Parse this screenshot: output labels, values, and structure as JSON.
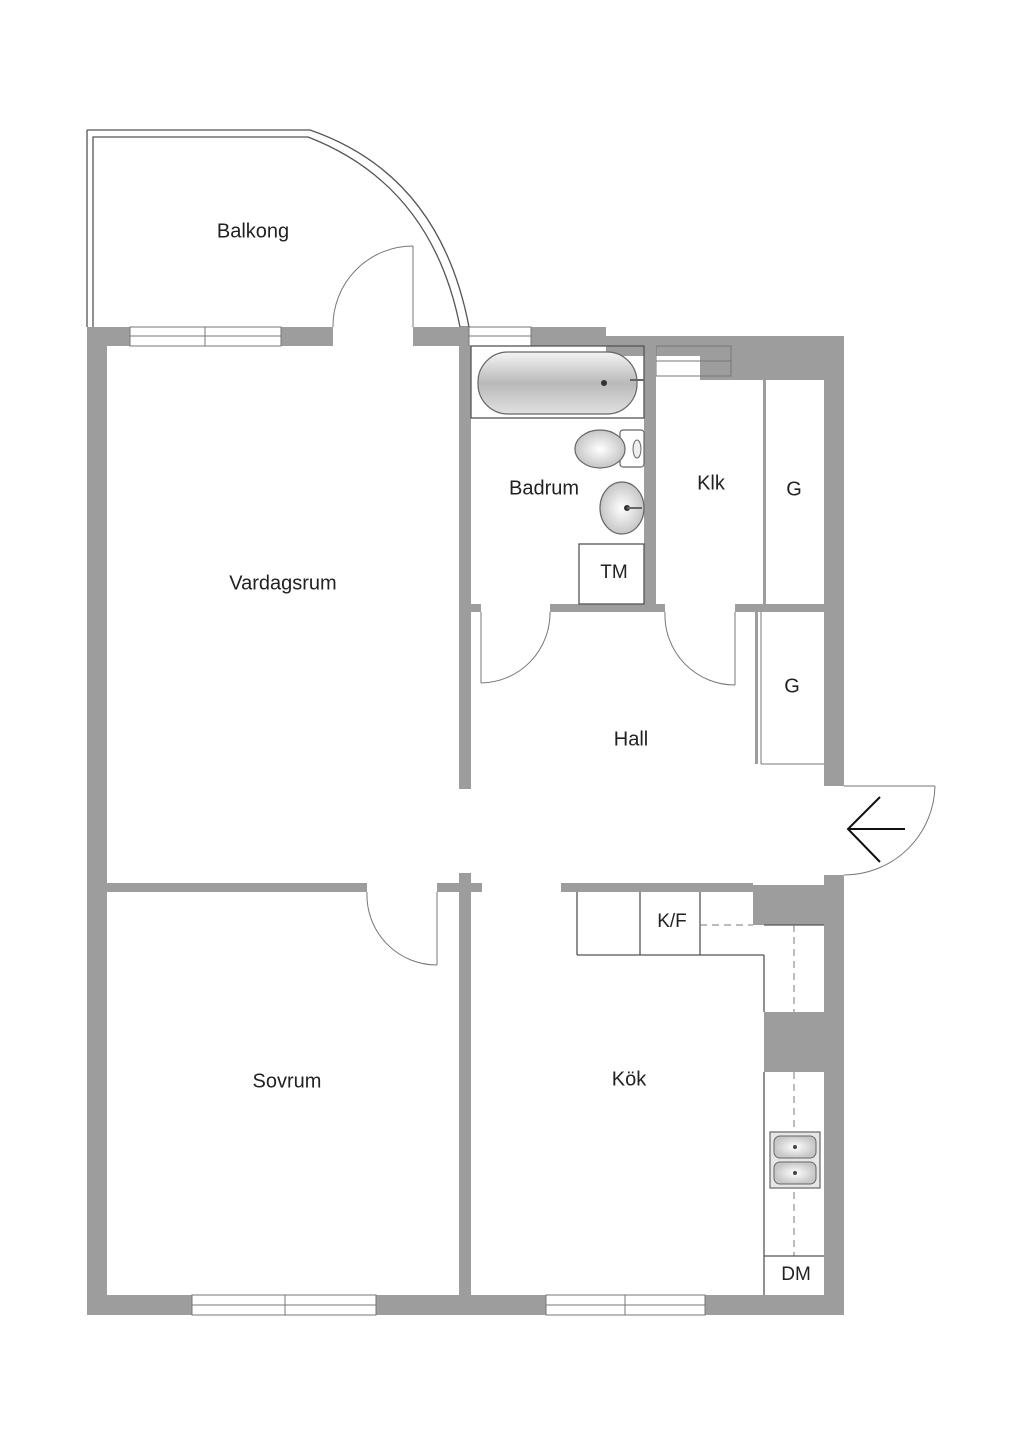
{
  "rooms": {
    "balkong": "Balkong",
    "vardagsrum": "Vardagsrum",
    "badrum": "Badrum",
    "klk": "Klk",
    "g_upper": "G",
    "tm": "TM",
    "g_lower": "G",
    "hall": "Hall",
    "sovrum": "Sovrum",
    "kok": "Kök",
    "kf": "K/F",
    "dm": "DM"
  }
}
